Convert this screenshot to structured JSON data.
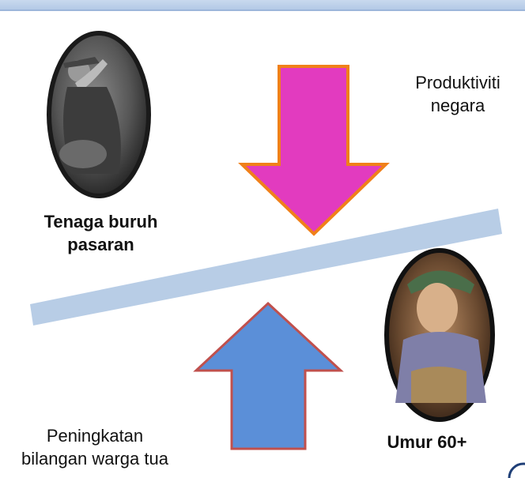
{
  "diagram": {
    "top_right_label": "Produktiviti\nnegara",
    "left_label": "Tenaga buruh\npasaran",
    "bottom_left_label": "Peningkatan\nbilangan warga tua",
    "bottom_right_label": "Umur 60+",
    "photo_top": "worker-photo",
    "photo_bottom": "elderly-woman-photo",
    "colors": {
      "down_arrow_fill": "#e23bbf",
      "down_arrow_stroke": "#f0801a",
      "up_arrow_fill": "#5b8fd8",
      "up_arrow_stroke": "#c0504d",
      "beam": "#b8cde6",
      "topbar": "#b3c9e6"
    }
  }
}
